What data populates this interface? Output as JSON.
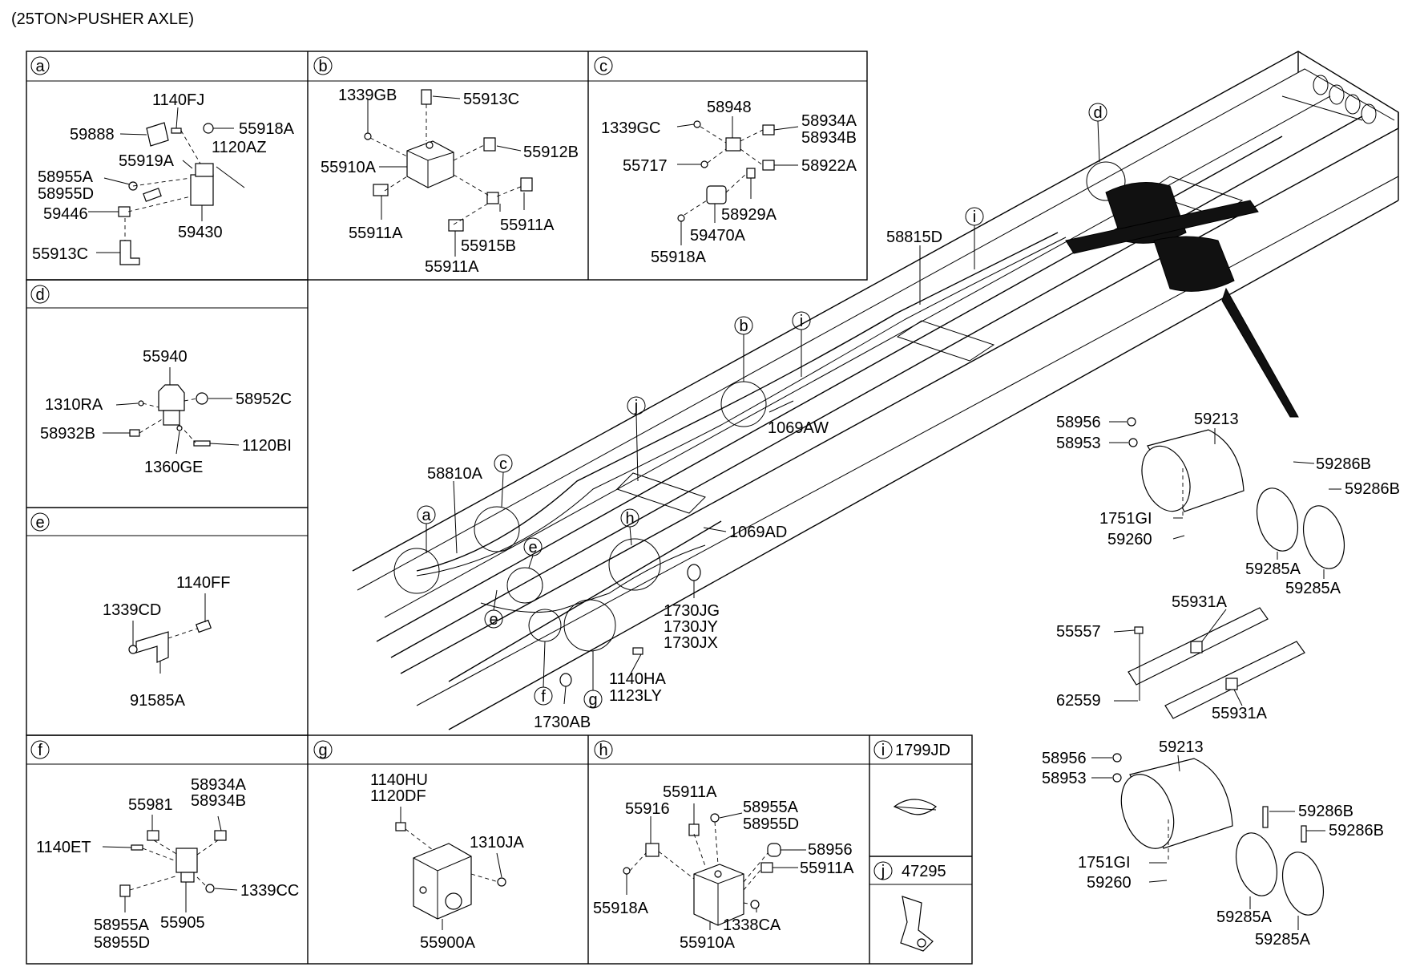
{
  "title": "(25TON>PUSHER AXLE)",
  "panels": {
    "a": {
      "letter": "a",
      "parts": [
        "1140FJ",
        "59888",
        "55918A",
        "1120AZ",
        "55919A",
        "58955A",
        "58955D",
        "59446",
        "59430",
        "55913C"
      ]
    },
    "b": {
      "letter": "b",
      "parts": [
        "1339GB",
        "55913C",
        "55912B",
        "55910A",
        "55911A",
        "55911A",
        "55915B",
        "55911A"
      ]
    },
    "c": {
      "letter": "c",
      "parts": [
        "58948",
        "1339GC",
        "58934A",
        "58934B",
        "55717",
        "58922A",
        "58929A",
        "59470A",
        "55918A"
      ]
    },
    "d": {
      "letter": "d",
      "parts": [
        "55940",
        "1310RA",
        "58952C",
        "58932B",
        "1120BI",
        "1360GE"
      ]
    },
    "e": {
      "letter": "e",
      "parts": [
        "1140FF",
        "1339CD",
        "91585A"
      ]
    },
    "f": {
      "letter": "f",
      "parts": [
        "58934A",
        "58934B",
        "55981",
        "1140ET",
        "1339CC",
        "55905",
        "58955A",
        "58955D"
      ]
    },
    "g": {
      "letter": "g",
      "parts": [
        "1140HU",
        "1120DF",
        "1310JA",
        "55900A"
      ]
    },
    "h": {
      "letter": "h",
      "parts": [
        "55911A",
        "55916",
        "58955A",
        "58955D",
        "58956",
        "55911A",
        "55918A",
        "1338CA",
        "55910A"
      ]
    },
    "i": {
      "letter": "i",
      "parts": [
        "1799JD"
      ]
    },
    "j": {
      "letter": "j",
      "parts": [
        "47295"
      ]
    }
  },
  "main": {
    "callouts": [
      "a",
      "b",
      "c",
      "d",
      "e",
      "e",
      "f",
      "g",
      "h",
      "i",
      "i",
      "j"
    ],
    "parts": [
      "58815D",
      "1069AW",
      "58810A",
      "1069AD",
      "1730JG",
      "1730JY",
      "1730JX",
      "1140HA",
      "1123LY",
      "1730AB"
    ]
  },
  "tank_upper": {
    "parts": [
      "58956",
      "58953",
      "59213",
      "59286B",
      "59286B",
      "1751GI",
      "59260",
      "59285A",
      "59285A"
    ]
  },
  "bracket": {
    "parts": [
      "55931A",
      "55557",
      "62559",
      "55931A"
    ]
  },
  "tank_lower": {
    "parts": [
      "58956",
      "58953",
      "59213",
      "59286B",
      "59286B",
      "1751GI",
      "59260",
      "59285A",
      "59285A"
    ]
  }
}
